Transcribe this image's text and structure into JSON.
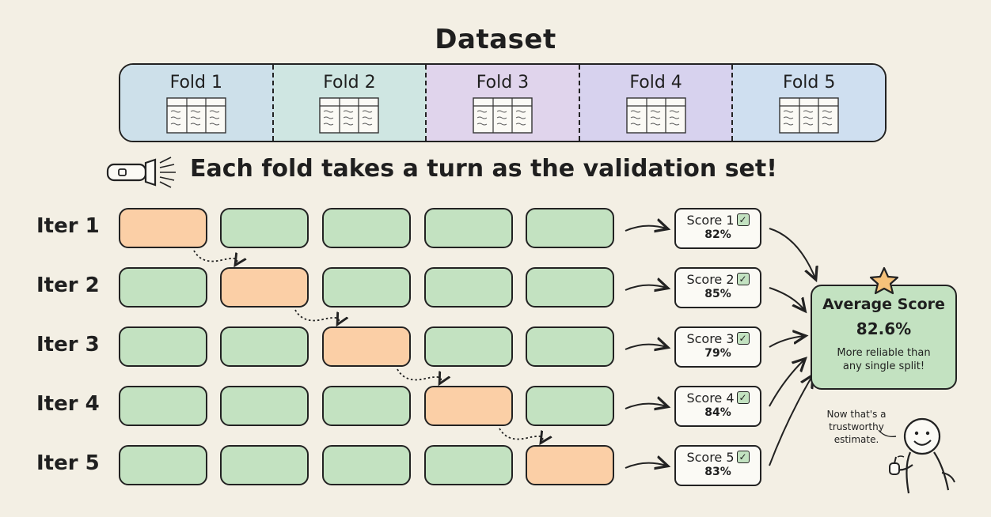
{
  "title": "Dataset",
  "folds": [
    {
      "label": "Fold 1",
      "color": "#cde0ea"
    },
    {
      "label": "Fold 2",
      "color": "#cfe6e2"
    },
    {
      "label": "Fold 3",
      "color": "#e0d4ec"
    },
    {
      "label": "Fold 4",
      "color": "#d7d2ee"
    },
    {
      "label": "Fold 5",
      "color": "#cfdff0"
    }
  ],
  "tagline": "Each fold takes a turn as the validation set!",
  "iterations": [
    {
      "label": "Iter 1",
      "validation_fold": 1,
      "score_label": "Score 1",
      "score": "82%"
    },
    {
      "label": "Iter 2",
      "validation_fold": 2,
      "score_label": "Score 2",
      "score": "85%"
    },
    {
      "label": "Iter 3",
      "validation_fold": 3,
      "score_label": "Score 3",
      "score": "79%"
    },
    {
      "label": "Iter 4",
      "validation_fold": 4,
      "score_label": "Score 4",
      "score": "84%"
    },
    {
      "label": "Iter 5",
      "validation_fold": 5,
      "score_label": "Score 5",
      "score": "83%"
    }
  ],
  "average": {
    "title": "Average Score",
    "value": "82.6%",
    "note_line1": "More reliable than",
    "note_line2": "any single split!"
  },
  "speech": {
    "line1": "Now that's a",
    "line2": "trustworthy",
    "line3": "estimate."
  },
  "colors": {
    "train": "#c3e2c1",
    "validation": "#fbcfa6",
    "background": "#f3efe4"
  }
}
